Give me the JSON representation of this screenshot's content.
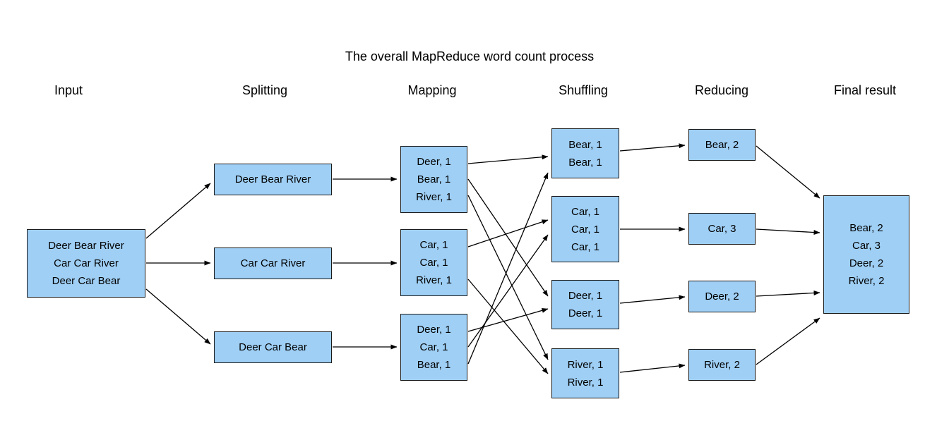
{
  "title": "The overall MapReduce word count process",
  "columns": [
    {
      "label": "Input"
    },
    {
      "label": "Splitting"
    },
    {
      "label": "Mapping"
    },
    {
      "label": "Shuffling"
    },
    {
      "label": "Reducing"
    },
    {
      "label": "Final result"
    }
  ],
  "nodes": {
    "input": {
      "lines": [
        "Deer Bear River",
        "Car Car River",
        "Deer Car Bear"
      ]
    },
    "splits": [
      {
        "label": "Deer Bear River"
      },
      {
        "label": "Car Car River"
      },
      {
        "label": "Deer Car Bear"
      }
    ],
    "maps": [
      {
        "lines": [
          "Deer, 1",
          "Bear, 1",
          "River, 1"
        ]
      },
      {
        "lines": [
          "Car, 1",
          "Car, 1",
          "River, 1"
        ]
      },
      {
        "lines": [
          "Deer, 1",
          "Car, 1",
          "Bear, 1"
        ]
      }
    ],
    "shuffles": [
      {
        "lines": [
          "Bear, 1",
          "Bear, 1"
        ]
      },
      {
        "lines": [
          "Car, 1",
          "Car, 1",
          "Car, 1"
        ]
      },
      {
        "lines": [
          "Deer, 1",
          "Deer, 1"
        ]
      },
      {
        "lines": [
          "River, 1",
          "River, 1"
        ]
      }
    ],
    "reduces": [
      {
        "label": "Bear, 2"
      },
      {
        "label": "Car, 3"
      },
      {
        "label": "Deer, 2"
      },
      {
        "label": "River, 2"
      }
    ],
    "final": {
      "lines": [
        "Bear, 2",
        "Car, 3",
        "Deer, 2",
        "River, 2"
      ]
    }
  },
  "colors": {
    "node_fill": "#9FCFF5",
    "node_border": "#1a1a1a",
    "arrow": "#000000",
    "text": "#000000"
  }
}
